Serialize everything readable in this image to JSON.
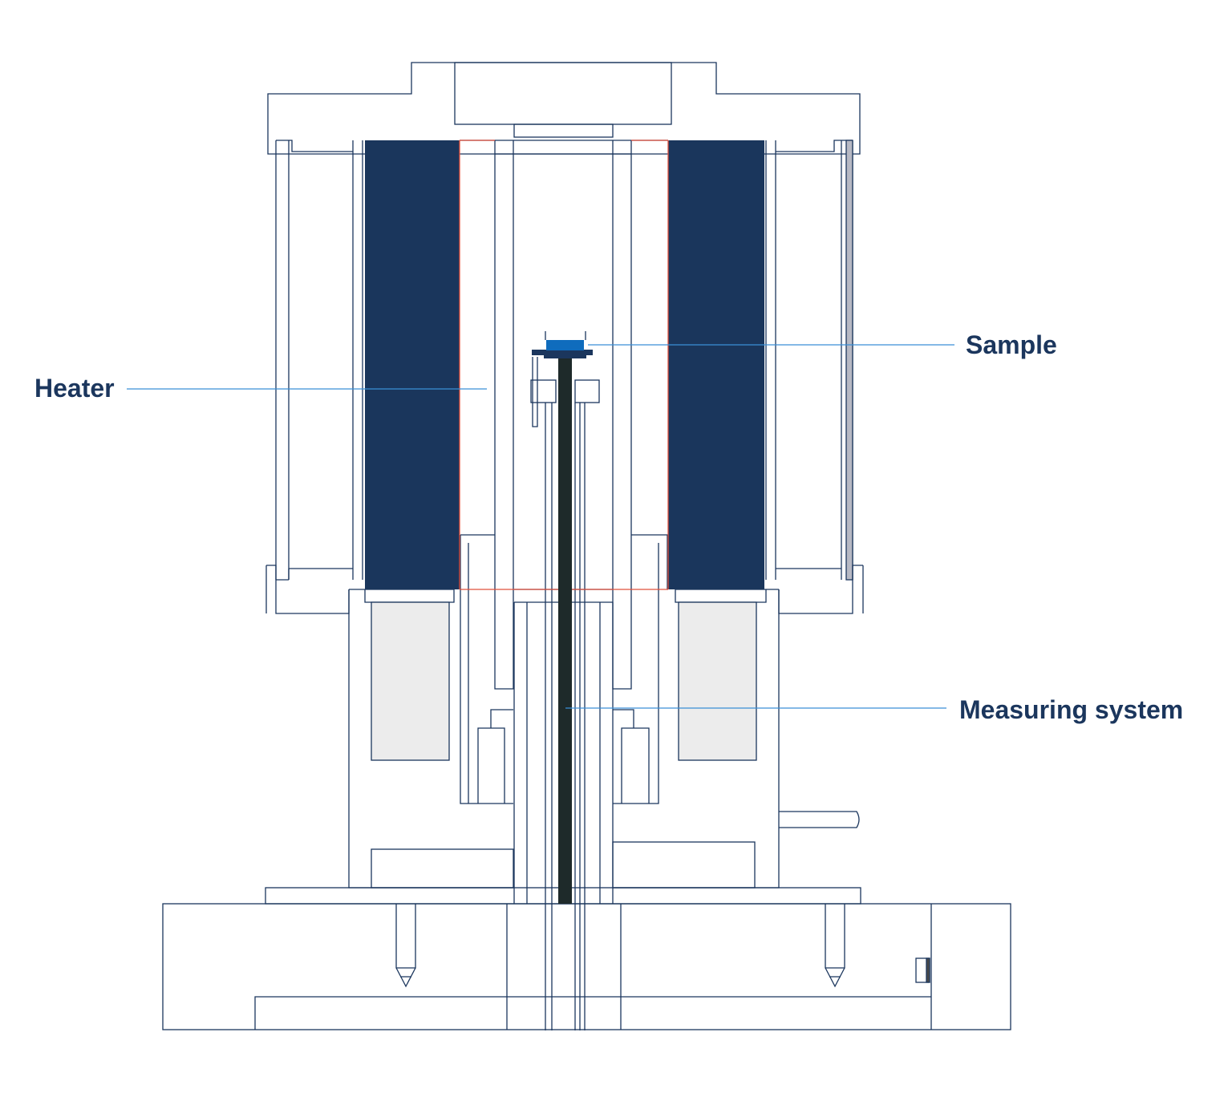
{
  "labels": {
    "heater": "Heater",
    "sample": "Sample",
    "measuring_system": "Measuring system"
  },
  "colors": {
    "outline": "#1b365d",
    "heater_fill": "#1a365c",
    "heater_boundary": "#e0503c",
    "sample": "#0f6cbd",
    "leader_line": "#3a8fd6",
    "measuring_rod": "#1e2a2a",
    "insulation_fill": "#ececec"
  }
}
